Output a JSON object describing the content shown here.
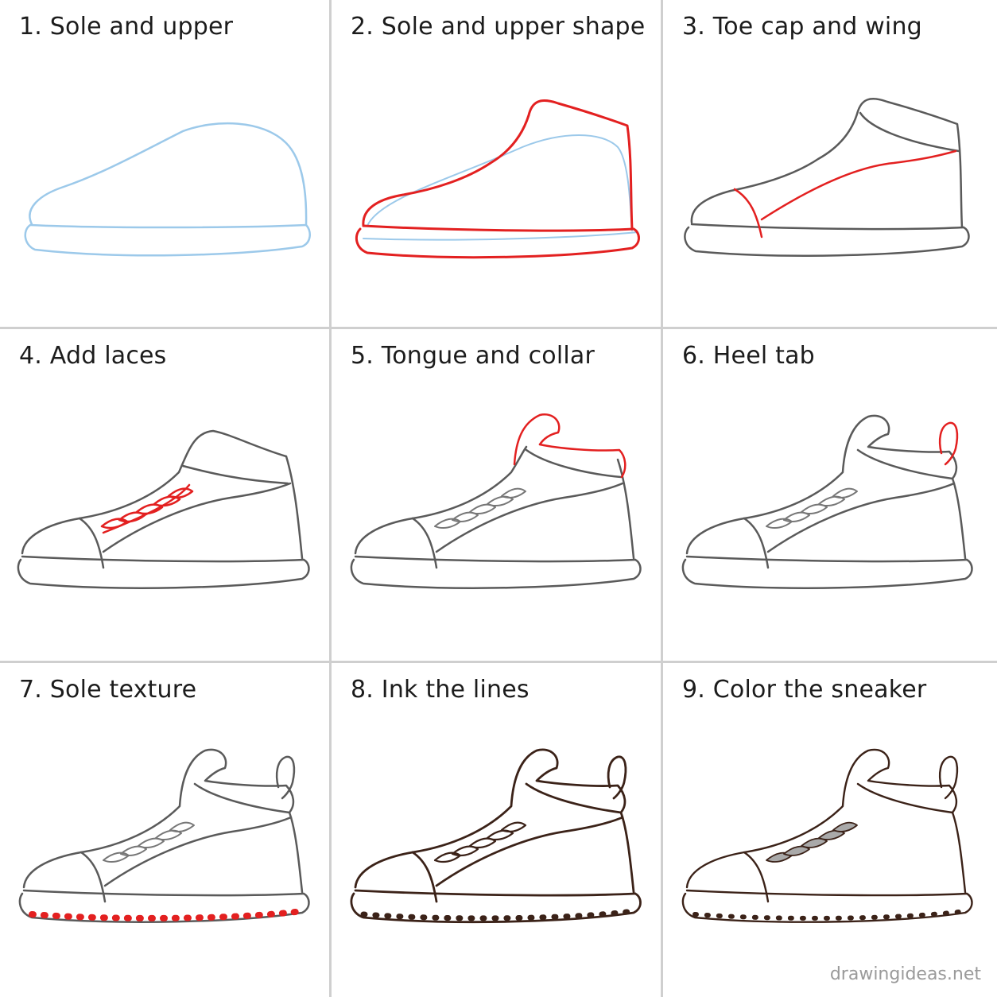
{
  "steps": [
    {
      "number": "1.",
      "title": "Sole and upper"
    },
    {
      "number": "2.",
      "title": "Sole and upper shape"
    },
    {
      "number": "3.",
      "title": "Toe cap and wing"
    },
    {
      "number": "4.",
      "title": "Add laces"
    },
    {
      "number": "5.",
      "title": "Tongue and collar"
    },
    {
      "number": "6.",
      "title": "Heel tab"
    },
    {
      "number": "7.",
      "title": "Sole texture"
    },
    {
      "number": "8.",
      "title": "Ink the lines"
    },
    {
      "number": "9.",
      "title": "Color the sneaker"
    }
  ],
  "watermark": "drawingideas.net",
  "colors": {
    "guide_blue": "#9cc9ea",
    "highlight_red": "#e32020",
    "pencil_gray": "#5a5a5a",
    "ink_brown": "#3b2218",
    "wing_red": "#b33a3a",
    "sole_cream": "#f2dfb8",
    "upper_offwhite": "#eeeae6",
    "lace_gray": "#a9a9a9"
  }
}
